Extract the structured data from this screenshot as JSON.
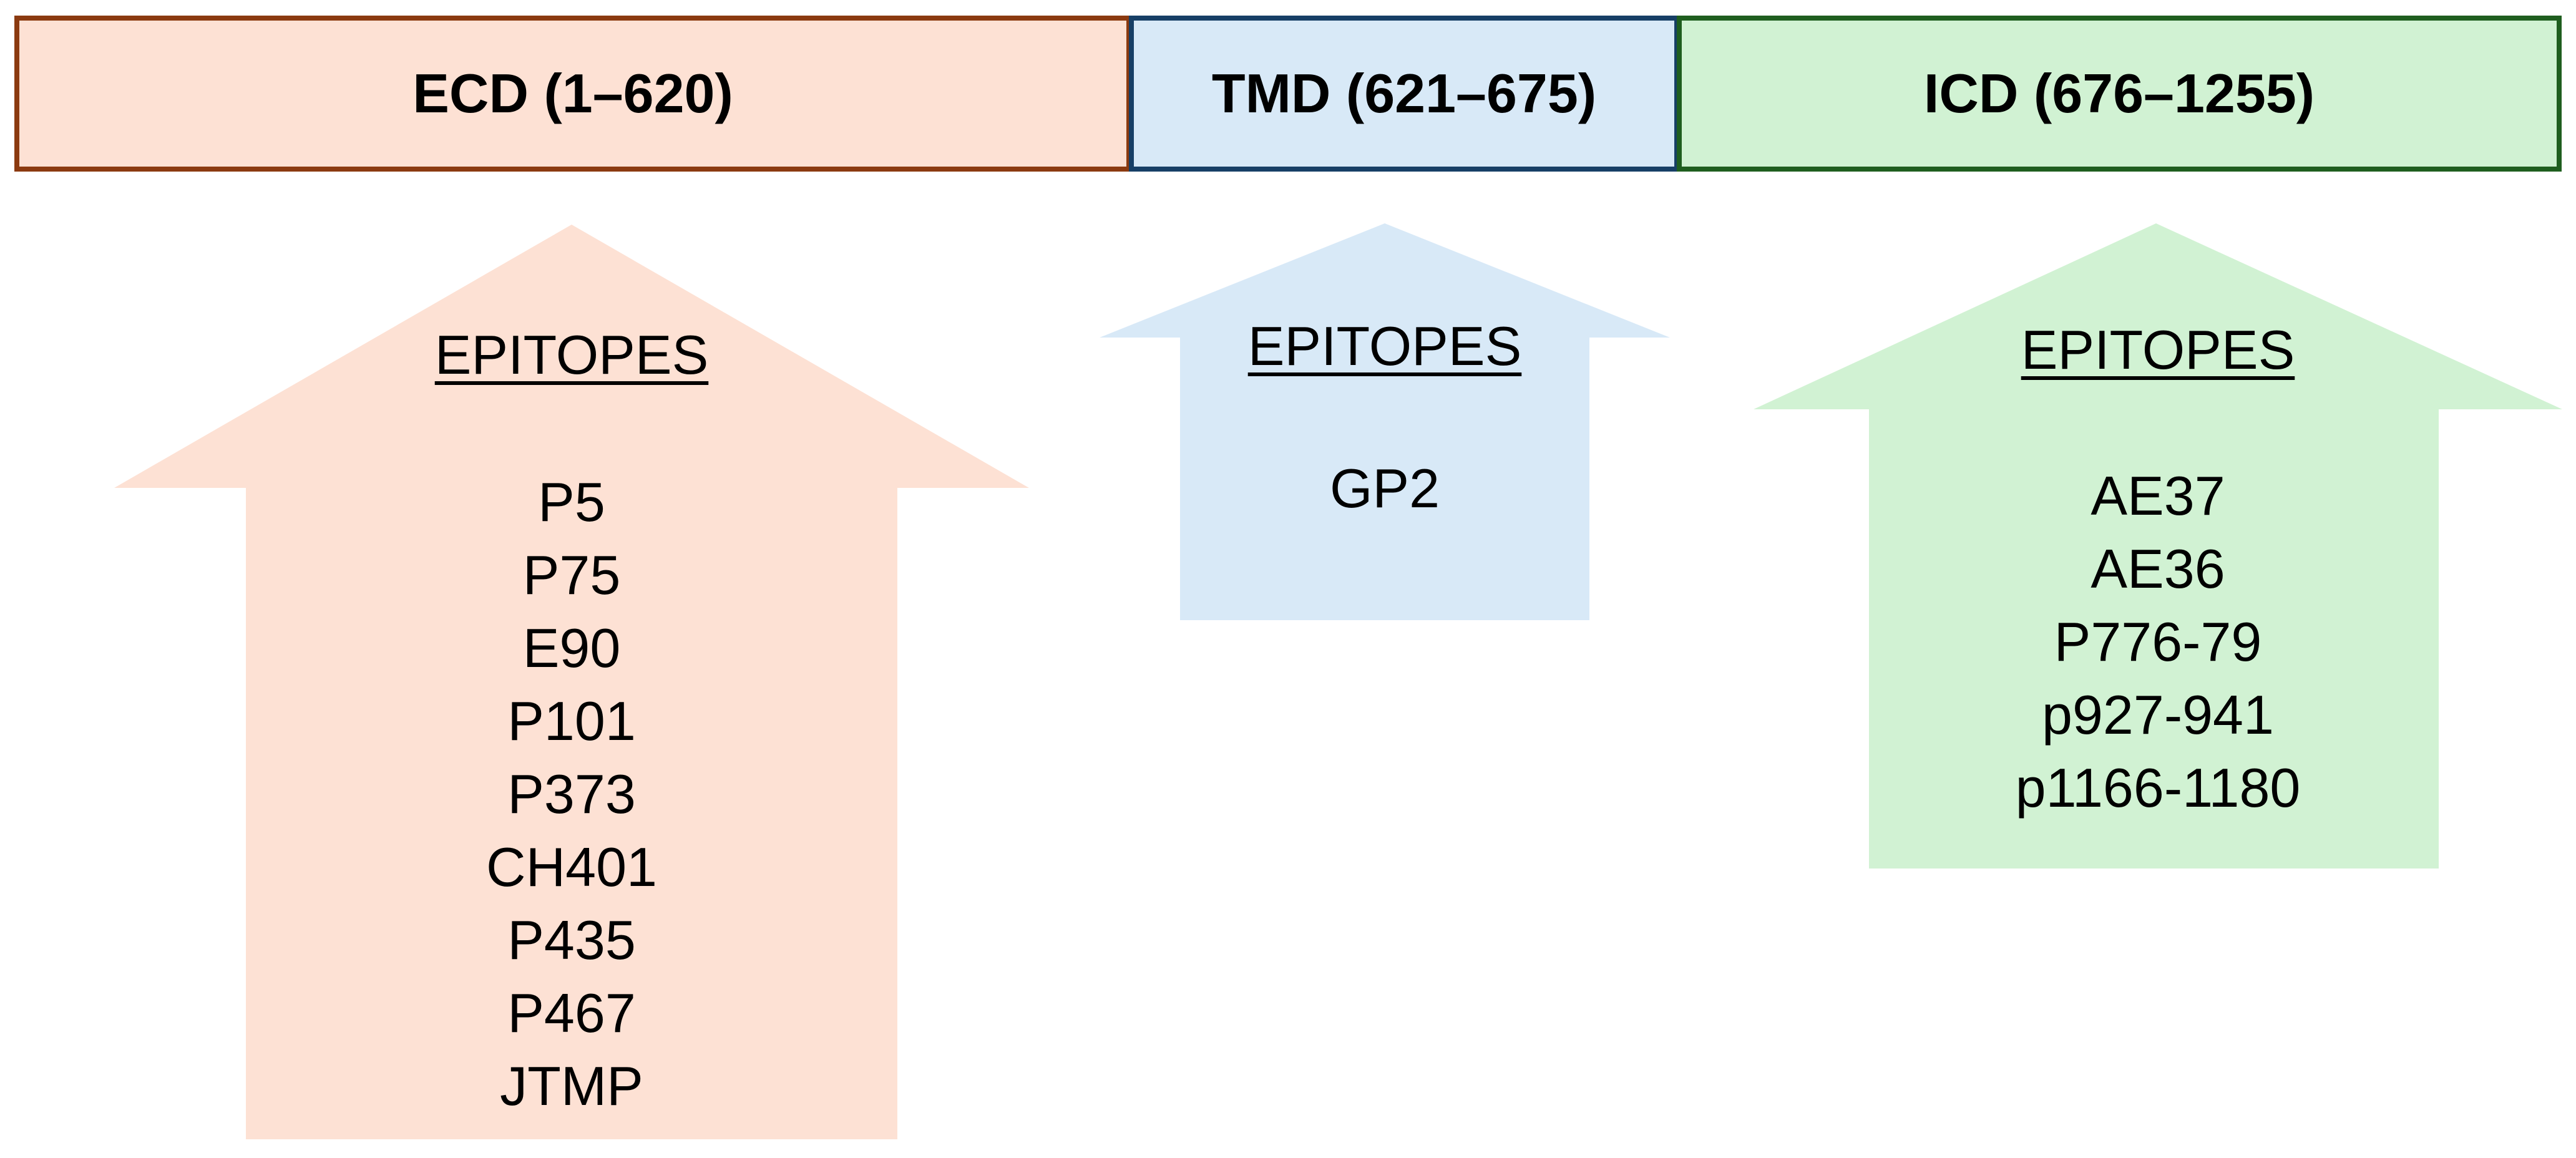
{
  "domains": {
    "ecd": {
      "label": "ECD (1–620)",
      "fill": "#fde1d4",
      "border": "#8b3a10"
    },
    "tmd": {
      "label": "TMD (621–675)",
      "fill": "#d8e9f7",
      "border": "#173f66"
    },
    "icd": {
      "label": "ICD (676–1255)",
      "fill": "#d1f2d3",
      "border": "#1f5e1f"
    }
  },
  "arrows": {
    "ecd": {
      "title": "EPITOPES",
      "fill": "#fde1d4",
      "epitopes": [
        "P5",
        "P75",
        "E90",
        "P101",
        "P373",
        "CH401",
        "P435",
        "P467",
        "JTMP"
      ]
    },
    "tmd": {
      "title": "EPITOPES",
      "fill": "#d8e9f7",
      "epitopes": [
        "GP2"
      ]
    },
    "icd": {
      "title": "EPITOPES",
      "fill": "#d1f2d3",
      "epitopes": [
        "AE37",
        "AE36",
        "P776-79",
        "p927-941",
        "p1166-1180"
      ]
    }
  }
}
